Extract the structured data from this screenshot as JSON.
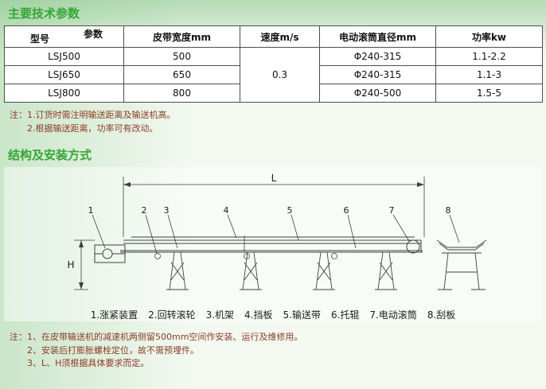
{
  "sections": {
    "params_title": "主要技术参数",
    "structure_title": "结构及安装方式"
  },
  "params_table": {
    "corner": {
      "top_right": "参数",
      "bottom_left": "型号"
    },
    "columns": {
      "belt_width": "皮带宽度mm",
      "speed": "速度m/s",
      "drum_diameter": "电动滚筒直径mm",
      "power": "功率kw"
    },
    "speed_value": "0.3",
    "rows": [
      {
        "model": "LSJ500",
        "belt_width": "500",
        "drum_diameter": "Φ240-315",
        "power": "1.1-2.2"
      },
      {
        "model": "LSJ650",
        "belt_width": "650",
        "drum_diameter": "Φ240-315",
        "power": "1.1-3"
      },
      {
        "model": "LSJ800",
        "belt_width": "800",
        "drum_diameter": "Φ240-500",
        "power": "1.5-5"
      }
    ]
  },
  "table_notes": {
    "prefix": "注：",
    "lines": [
      "1.订货时需注明输送距离及输送机高。",
      "2.根据输送距离，功率可有改动。"
    ]
  },
  "diagram": {
    "length_label": "L",
    "height_label": "H",
    "part_numbers": [
      "1",
      "2",
      "3",
      "4",
      "5",
      "6",
      "7",
      "8"
    ],
    "legend_items": [
      "1.涨紧装置",
      "2.回转滚轮",
      "3.机架",
      "4.挡板",
      "5.输送带",
      "6.托辊",
      "7.电动滚筒",
      "8.刮板"
    ]
  },
  "install_notes": {
    "prefix": "注：",
    "lines": [
      "1、在皮带输送机的减速机两侧留500mm空间作安装、运行及维修用。",
      "2、安装后打膨胀螺栓定位，故不需预埋件。",
      "3、L、H须根据具体要求而定。"
    ]
  },
  "colors": {
    "heading_green": "#35a535",
    "row_highlight": "#cfe9f6",
    "note_brown": "#8c3b25"
  }
}
